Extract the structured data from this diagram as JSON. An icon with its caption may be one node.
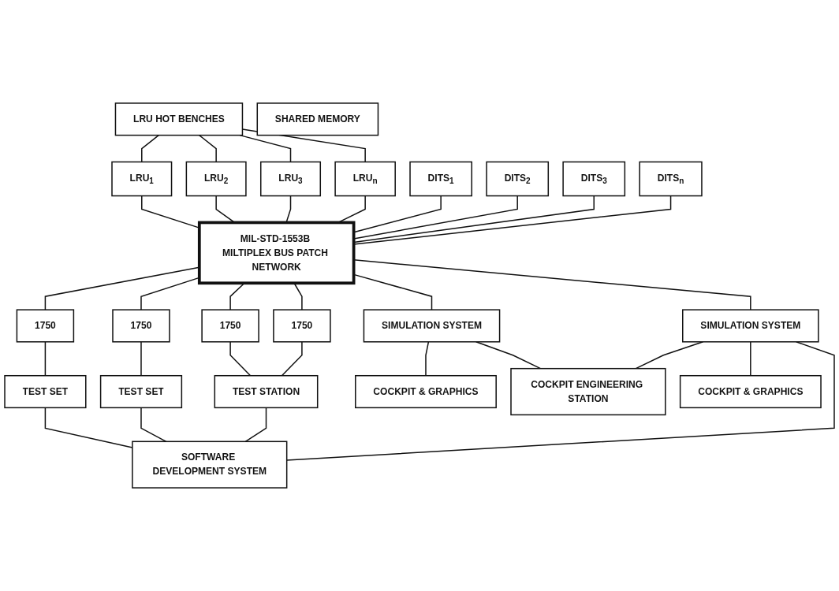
{
  "diagram": {
    "nodes": [
      {
        "text": [
          "LRU HOT BENCHES"
        ]
      },
      {
        "text": [
          "LRU$_{1}$"
        ]
      },
      {
        "text": [
          "LRU$_{2}$"
        ]
      },
      {
        "text": [
          "LRU$_{3}$"
        ]
      },
      {
        "text": [
          "LRU$_{n}$"
        ]
      },
      {
        "text": [
          "MIL-STD-1553B MILTIPLEX BUS PATCH NETWORK"
        ]
      },
      {
        "text": [
          "DITS$_{1}$"
        ]
      },
      {
        "text": [
          "DITS$_{2}$"
        ]
      },
      {
        "text": [
          "DITS$_{3}$"
        ]
      },
      {
        "text": [
          "DITS$_{n}$"
        ]
      },
      {
        "text": [
          "1750"
        ]
      },
      {
        "text": [
          "1750"
        ]
      },
      {
        "text": [
          "1750"
        ]
      },
      {
        "text": [
          "1750"
        ]
      },
      {
        "text": [
          "TEST SET"
        ]
      },
      {
        "text": [
          "TEST SET"
        ]
      },
      {
        "text": [
          "TEST STATION"
        ]
      },
      {
        "text": [
          "SIMULATION SYSTEM"
        ]
      },
      {
        "text": [
          "SHARED MEMORY"
        ]
      },
      {
        "text": [
          "SIMULATION SYSTEM"
        ]
      },
      {
        "text": [
          "SOFTWARE DEVELOPMENT SYSTEM"
        ]
      },
      {
        "text": [
          "COCKPIT & GRAPHICS"
        ]
      },
      {
        "text": [
          "COCKPIT ENGINEERING STATION"
        ]
      },
      {
        "text": [
          "COCKPIT & GRAPHICS"
        ]
      }
    ],
    "edges": [
      {
        "from": 0,
        "to": 1,
        "arrow": "none"
      },
      {
        "from": 0,
        "to": 2,
        "arrow": "none"
      },
      {
        "from": 0,
        "to": 3,
        "arrow": "none"
      },
      {
        "from": 0,
        "to": 4,
        "arrow": "none"
      },
      {
        "from": 1,
        "to": 5,
        "arrow": "none"
      },
      {
        "from": 2,
        "to": 5,
        "arrow": "none"
      },
      {
        "from": 3,
        "to": 5,
        "arrow": "none"
      },
      {
        "from": 4,
        "to": 5,
        "arrow": "none"
      },
      {
        "from": 6,
        "to": 5,
        "arrow": "none"
      },
      {
        "from": 7,
        "to": 5,
        "arrow": "none"
      },
      {
        "from": 8,
        "to": 5,
        "arrow": "none"
      },
      {
        "from": 9,
        "to": 5,
        "arrow": "none"
      },
      {
        "from": 5,
        "to": 10,
        "arrow": "none"
      },
      {
        "from": 5,
        "to": 11,
        "arrow": "none"
      },
      {
        "from": 5,
        "to": 12,
        "arrow": "none"
      },
      {
        "from": 5,
        "to": 13,
        "arrow": "none"
      },
      {
        "from": 10,
        "to": 14,
        "arrow": "none"
      },
      {
        "from": 11,
        "to": 15,
        "arrow": "none"
      },
      {
        "from": 12,
        "to": 16,
        "arrow": "none"
      },
      {
        "from": 13,
        "to": 16,
        "arrow": "none"
      },
      {
        "from": 14,
        "to": 20,
        "arrow": "none"
      },
      {
        "from": 15,
        "to": 20,
        "arrow": "none"
      },
      {
        "from": 16,
        "to": 20,
        "arrow": "none"
      },
      {
        "from": 5,
        "to": 17,
        "arrow": "none"
      },
      {
        "from": 5,
        "to": 19,
        "arrow": "none"
      },
      {
        "from": 19,
        "to": 20,
        "arrow": "none"
      },
      {
        "from": 17,
        "to": 21,
        "arrow": "none"
      },
      {
        "from": 17,
        "to": 22,
        "arrow": "none"
      },
      {
        "from": 19,
        "to": 22,
        "arrow": "none"
      },
      {
        "from": 19,
        "to": 23,
        "arrow": "none"
      }
    ]
  }
}
